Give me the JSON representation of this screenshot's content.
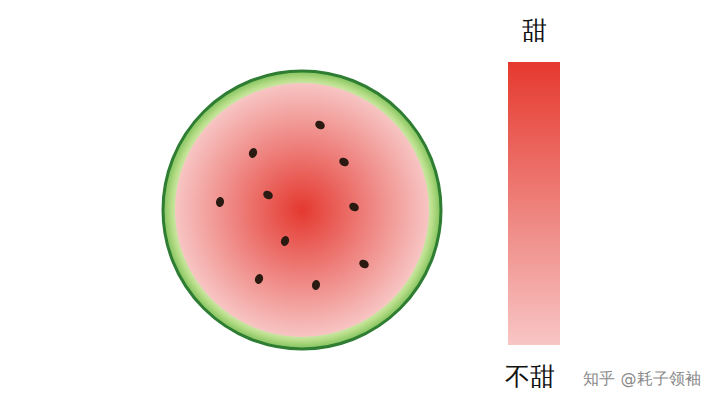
{
  "diagram": {
    "labels": [
      "甜",
      "不甜",
      "知乎 @耗子领袖"
    ]
  }
}
